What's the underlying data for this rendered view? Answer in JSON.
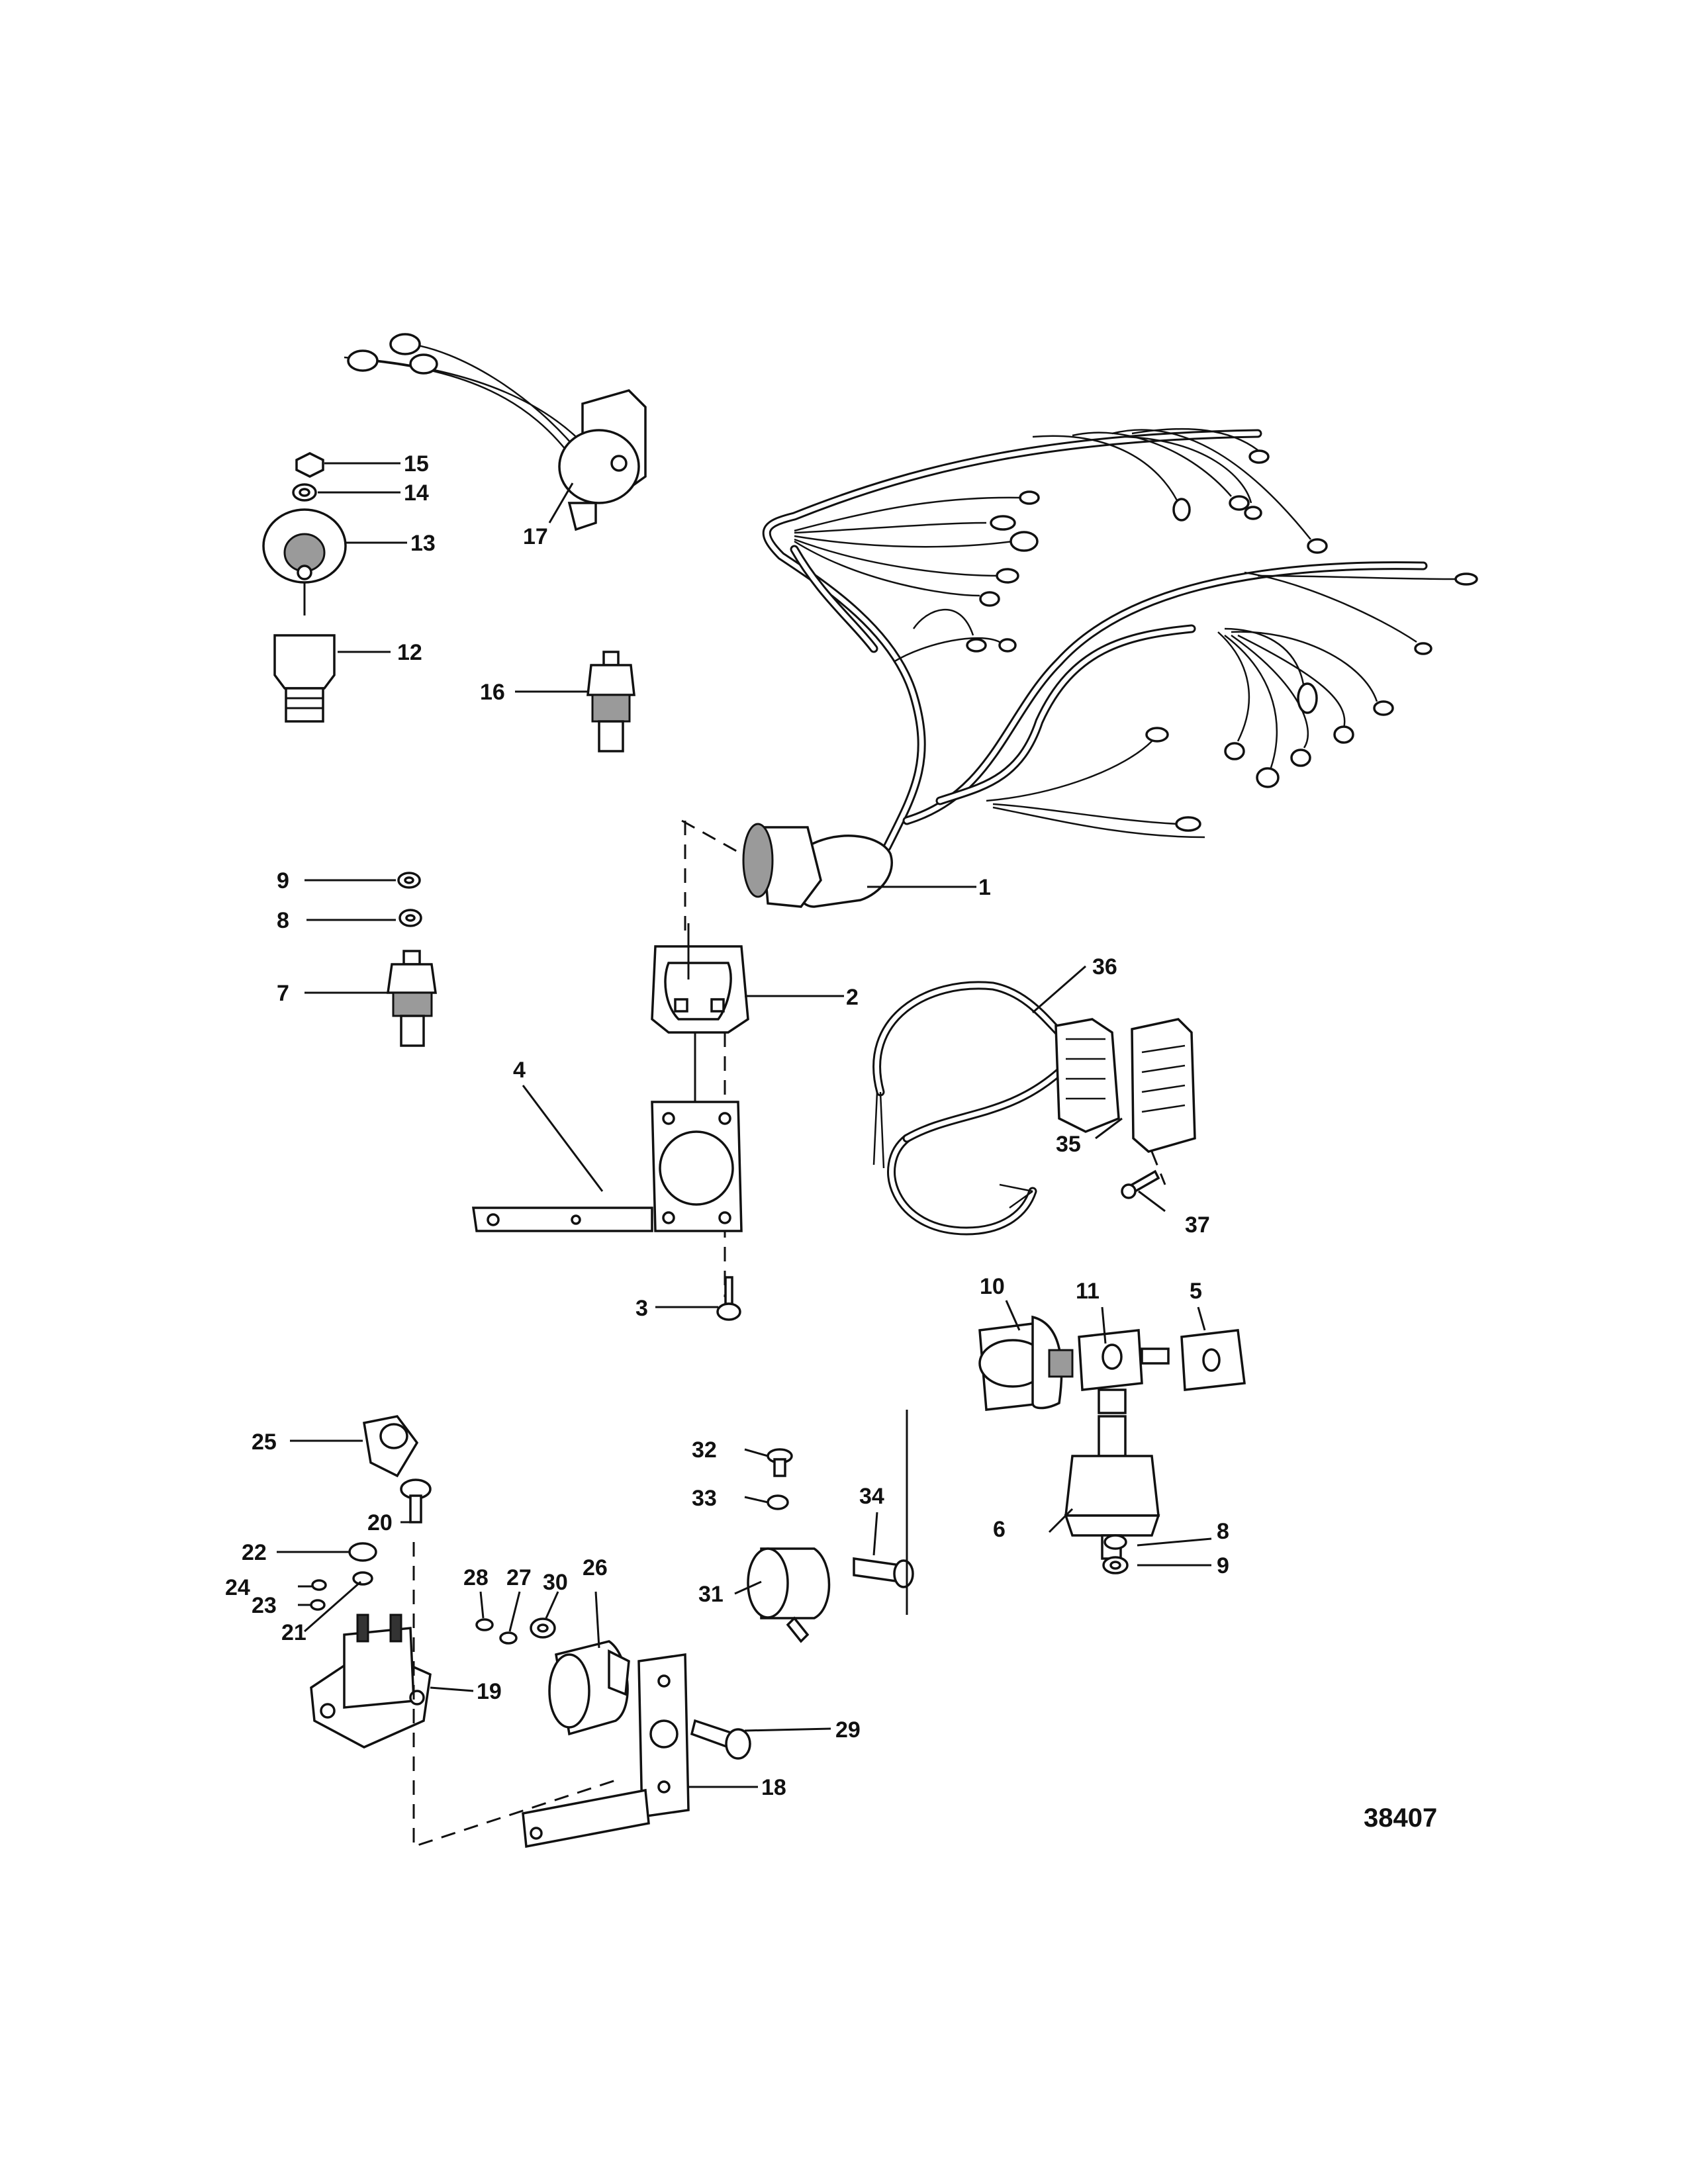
{
  "figure_number": "38407",
  "callouts": [
    {
      "id": "c1",
      "text": "1"
    },
    {
      "id": "c2",
      "text": "2"
    },
    {
      "id": "c3",
      "text": "3"
    },
    {
      "id": "c4",
      "text": "4"
    },
    {
      "id": "c5",
      "text": "5"
    },
    {
      "id": "c6",
      "text": "6"
    },
    {
      "id": "c7",
      "text": "7"
    },
    {
      "id": "c8a",
      "text": "8"
    },
    {
      "id": "c8b",
      "text": "8"
    },
    {
      "id": "c9a",
      "text": "9"
    },
    {
      "id": "c9b",
      "text": "9"
    },
    {
      "id": "c10",
      "text": "10"
    },
    {
      "id": "c11",
      "text": "11"
    },
    {
      "id": "c12",
      "text": "12"
    },
    {
      "id": "c13",
      "text": "13"
    },
    {
      "id": "c14",
      "text": "14"
    },
    {
      "id": "c15",
      "text": "15"
    },
    {
      "id": "c16",
      "text": "16"
    },
    {
      "id": "c17",
      "text": "17"
    },
    {
      "id": "c18",
      "text": "18"
    },
    {
      "id": "c19",
      "text": "19"
    },
    {
      "id": "c20",
      "text": "20"
    },
    {
      "id": "c21",
      "text": "21"
    },
    {
      "id": "c22",
      "text": "22"
    },
    {
      "id": "c23",
      "text": "23"
    },
    {
      "id": "c24",
      "text": "24"
    },
    {
      "id": "c25",
      "text": "25"
    },
    {
      "id": "c26",
      "text": "26"
    },
    {
      "id": "c27",
      "text": "27"
    },
    {
      "id": "c28",
      "text": "28"
    },
    {
      "id": "c29",
      "text": "29"
    },
    {
      "id": "c30",
      "text": "30"
    },
    {
      "id": "c31",
      "text": "31"
    },
    {
      "id": "c32",
      "text": "32"
    },
    {
      "id": "c33",
      "text": "33"
    },
    {
      "id": "c34",
      "text": "34"
    },
    {
      "id": "c35",
      "text": "35"
    },
    {
      "id": "c36",
      "text": "36"
    },
    {
      "id": "c37",
      "text": "37"
    }
  ]
}
